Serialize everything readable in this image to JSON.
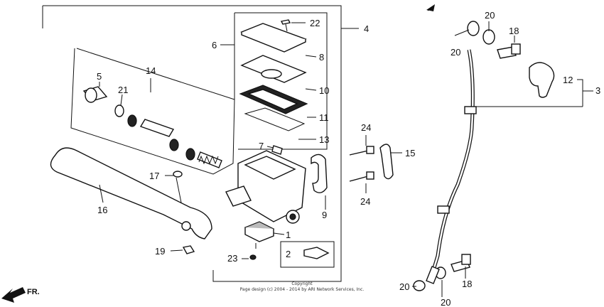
{
  "callouts": {
    "c1": "1",
    "c2": "2",
    "c3": "3",
    "c4": "4",
    "c5": "5",
    "c6": "6",
    "c7": "7",
    "c8": "8",
    "c9": "9",
    "c10": "10",
    "c11": "11",
    "c12": "12",
    "c13": "13",
    "c14": "14",
    "c15": "15",
    "c16": "16",
    "c17": "17",
    "c18a": "18",
    "c18b": "18",
    "c19": "19",
    "c20a": "20",
    "c20b": "20",
    "c20c": "20",
    "c20d": "20",
    "c21": "21",
    "c22": "22",
    "c23": "23",
    "c24a": "24",
    "c24b": "24"
  },
  "direction_label": "FR.",
  "copyright": {
    "line1": "Copyright",
    "line2": "Page design (c) 2004 - 2014 by ARI Network Services, Inc."
  }
}
